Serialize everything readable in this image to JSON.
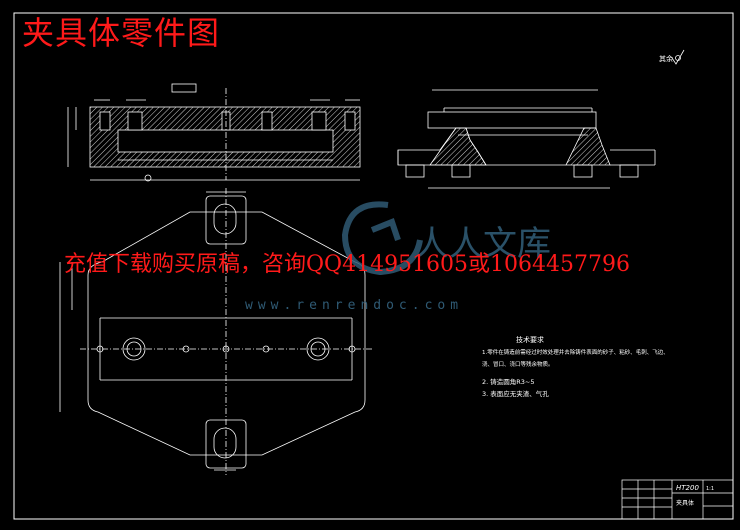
{
  "overlay": {
    "title": "夹具体零件图",
    "promo": "充值下载购买原稿，咨询QQ414951605或1064457796",
    "watermark_url": "www.renrendoc.com",
    "watermark_text": "人人文库"
  },
  "drawing": {
    "roughness_note": "其余",
    "tech_req_title": "技术要求",
    "tech_req_lines": [
      "1.零件在铸造前需经过时效处理并去除铸件表面的砂子、粘砂、毛刺、飞边、",
      "   浇、冒口、浇口等残余物质。",
      "2. 铸造圆角R3~5",
      "3. 表面应无夹渣、气孔"
    ],
    "material": "HT200",
    "part_name": "夹具体",
    "scale": "1:1"
  },
  "colors": {
    "background": "#000000",
    "line": "#ffffff",
    "overlay_red": "#ff1a1a",
    "watermark": "#2f5a74",
    "hatch": "#cfcfcf"
  }
}
